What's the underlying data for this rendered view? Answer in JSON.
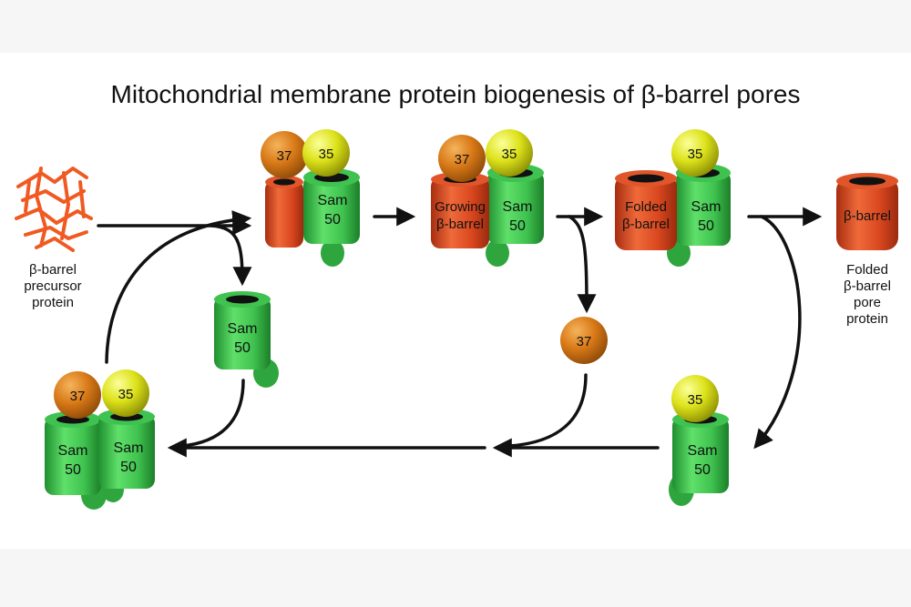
{
  "title": "Mitochondrial membrane protein biogenesis of β-barrel pores",
  "colors": {
    "sam50": "#3fc24f",
    "barrel": "#d9471f",
    "sam37": "#d97a18",
    "sam35": "#dde21a",
    "precursor": "#f05a22",
    "arrow": "#111111",
    "background": "#ffffff"
  },
  "labels": {
    "sam50_line1": "Sam",
    "sam50_line2": "50",
    "sam37": "37",
    "sam35": "35",
    "precursor_line1": "β-barrel",
    "precursor_line2": "precursor",
    "precursor_line3": "protein",
    "growing_line1": "Growing",
    "growing_line2": "β-barrel",
    "folded_line1": "Folded",
    "folded_line2": "β-barrel",
    "barrel_pore": "β-barrel",
    "pore_protein_line1": "Folded",
    "pore_protein_line2": "β-barrel",
    "pore_protein_line3": "pore",
    "pore_protein_line4": "protein"
  }
}
